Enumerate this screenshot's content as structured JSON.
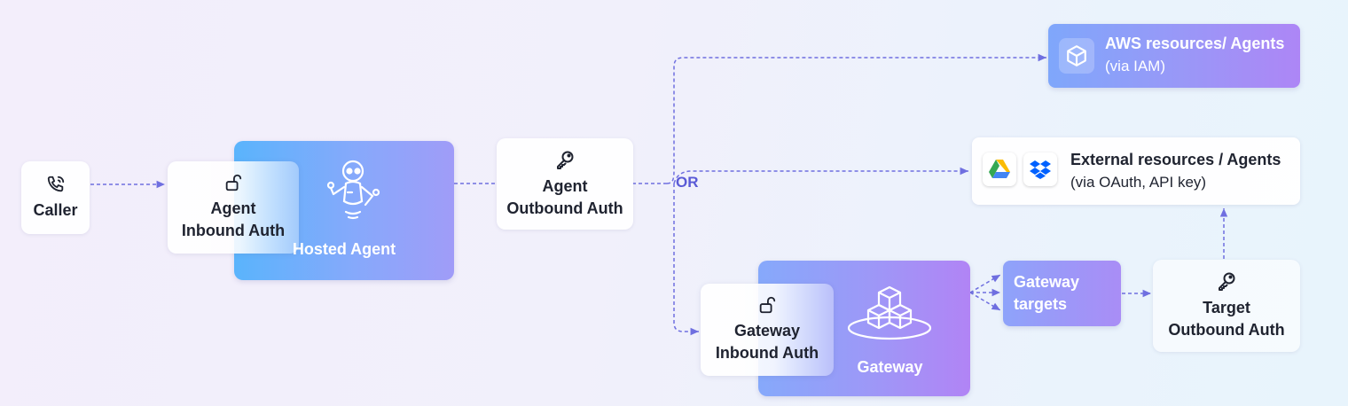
{
  "caller": {
    "label": "Caller",
    "icon": "phone-icon"
  },
  "agent_inbound": {
    "line1": "Agent",
    "line2": "Inbound Auth",
    "icon": "unlock-icon"
  },
  "hosted_agent": {
    "label": "Hosted Agent",
    "icon": "robot-icon"
  },
  "agent_outbound": {
    "line1": "Agent",
    "line2": "Outbound Auth",
    "icon": "key-icon"
  },
  "or_label": "OR",
  "aws": {
    "title": "AWS resources/ Agents",
    "subtitle": "(via IAM)",
    "icon": "cube-icon"
  },
  "external": {
    "title": "External resources / Agents",
    "subtitle": "(via OAuth, API key)",
    "icons": [
      "google-drive-icon",
      "dropbox-icon"
    ]
  },
  "gateway_inbound": {
    "line1": "Gateway",
    "line2": "Inbound Auth",
    "icon": "unlock-icon"
  },
  "gateway": {
    "label": "Gateway",
    "icon": "stacked-cubes-icon"
  },
  "gateway_targets": {
    "line1": "Gateway",
    "line2": "targets"
  },
  "target_outbound": {
    "line1": "Target",
    "line2": "Outbound Auth",
    "icon": "key-icon"
  },
  "colors": {
    "arrow": "#6f6fe0",
    "blue": "#5ab4fc",
    "purple": "#a57cf6",
    "text": "#1f2330"
  }
}
